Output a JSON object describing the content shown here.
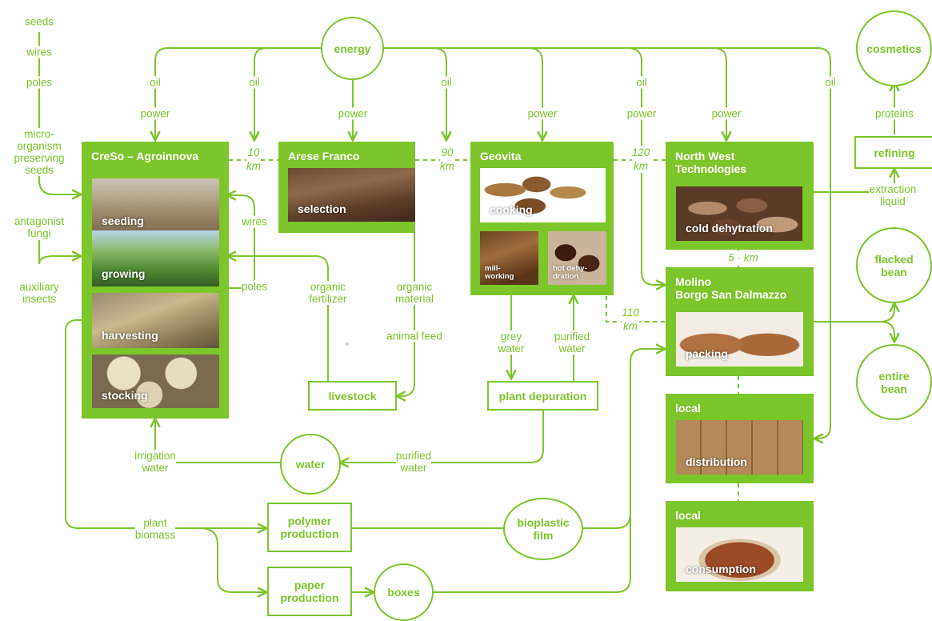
{
  "colors": {
    "accent": "#7cc52a",
    "white": "#ffffff"
  },
  "hubs": {
    "energy": "energy",
    "water": "water",
    "bioplastic": "bioplastic\nfilm",
    "boxes": "boxes",
    "cosmetics": "cosmetics",
    "flacked": "flacked\nbean",
    "entire": "entire\nbean"
  },
  "outline_boxes": {
    "livestock": "livestock",
    "plant_depuration": "plant depuration",
    "polymer": "polymer\nproduction",
    "paper": "paper\nproduction",
    "refining": "refining"
  },
  "companies": {
    "creso": {
      "title": "CreSo – Agroinnova",
      "photos": [
        "seeding",
        "growing",
        "harvesting",
        "stocking"
      ]
    },
    "arese": {
      "title": "Arese Franco",
      "photos": [
        "selection"
      ]
    },
    "geovita": {
      "title": "Geovita",
      "photos": [
        "cooking",
        "mill-\nworking",
        "hot dehy-\ndration"
      ]
    },
    "nwt": {
      "title": "North West\nTechnologies",
      "photos": [
        "cold\ndehytration"
      ]
    },
    "molino": {
      "title": "Molino\nBorgo San Dalmazzo",
      "photos": [
        "packing"
      ]
    },
    "local1": {
      "title": "local",
      "photos": [
        "distribution"
      ]
    },
    "local2": {
      "title": "local",
      "photos": [
        "consumption"
      ]
    }
  },
  "inputs": {
    "seeds": "seeds",
    "wires": "wires",
    "poles": "poles",
    "micro": "micro-\norganism\npreserving\nseeds",
    "antagonist": "antagonist\nfungi",
    "auxiliary": "auxiliary\ninsects"
  },
  "labels": {
    "oil": "oil",
    "power": "power",
    "wires_return": "wires",
    "poles_return": "poles",
    "organic_fertilizer": "organic\nfertilizer",
    "organic_material": "organic\nmaterial",
    "animal_feed": "animal feed",
    "grey_water": "grey\nwater",
    "purified_water_up": "purified\nwater",
    "purified_water": "purified\nwater",
    "irrigation_water": "irrigation\nwater",
    "plant_biomass": "plant\nbiomass",
    "proteins": "proteins",
    "extraction_liquid": "extraction\nliquid"
  },
  "distances": {
    "d1": "10\nkm",
    "d2": "90\nkm",
    "d3": "120\nkm",
    "d4": "5 · km",
    "d5": "110\nkm"
  }
}
